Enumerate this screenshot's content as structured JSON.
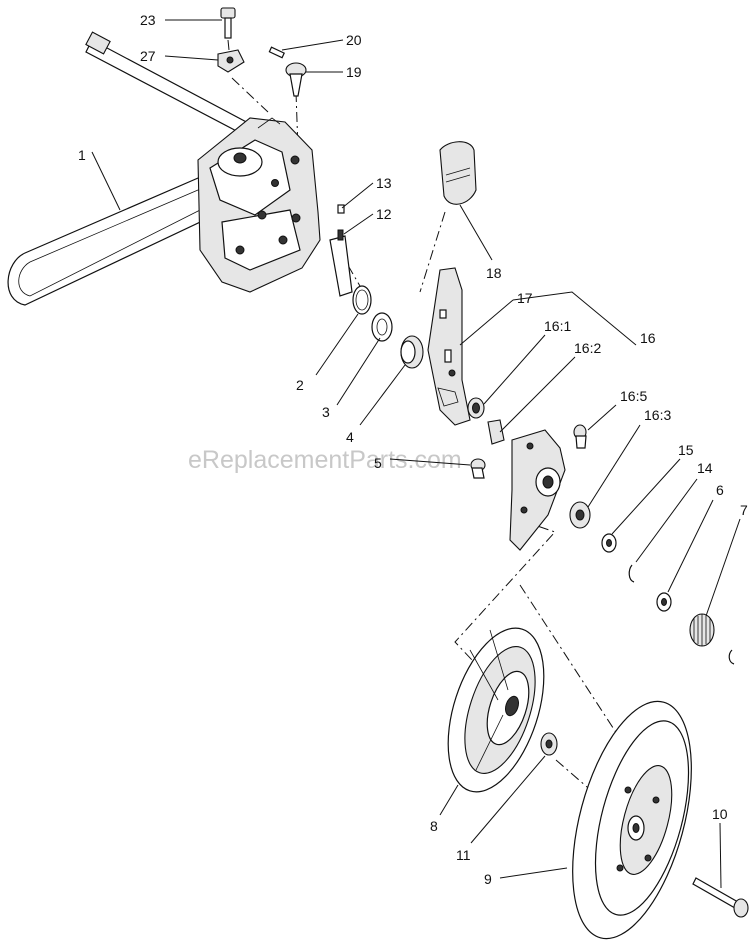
{
  "watermark": "eReplacementParts.com",
  "callouts": {
    "c1": "1",
    "c2": "2",
    "c3": "3",
    "c4": "4",
    "c5": "5",
    "c6": "6",
    "c7": "7",
    "c8": "8",
    "c9": "9",
    "c10": "10",
    "c11": "11",
    "c12": "12",
    "c13": "13",
    "c14": "14",
    "c15": "15",
    "c16": "16",
    "c16_1": "16:1",
    "c16_2": "16:2",
    "c16_3": "16:3",
    "c16_5": "16:5",
    "c17": "17",
    "c18": "18",
    "c19": "19",
    "c20": "20",
    "c23": "23",
    "c27": "27"
  }
}
